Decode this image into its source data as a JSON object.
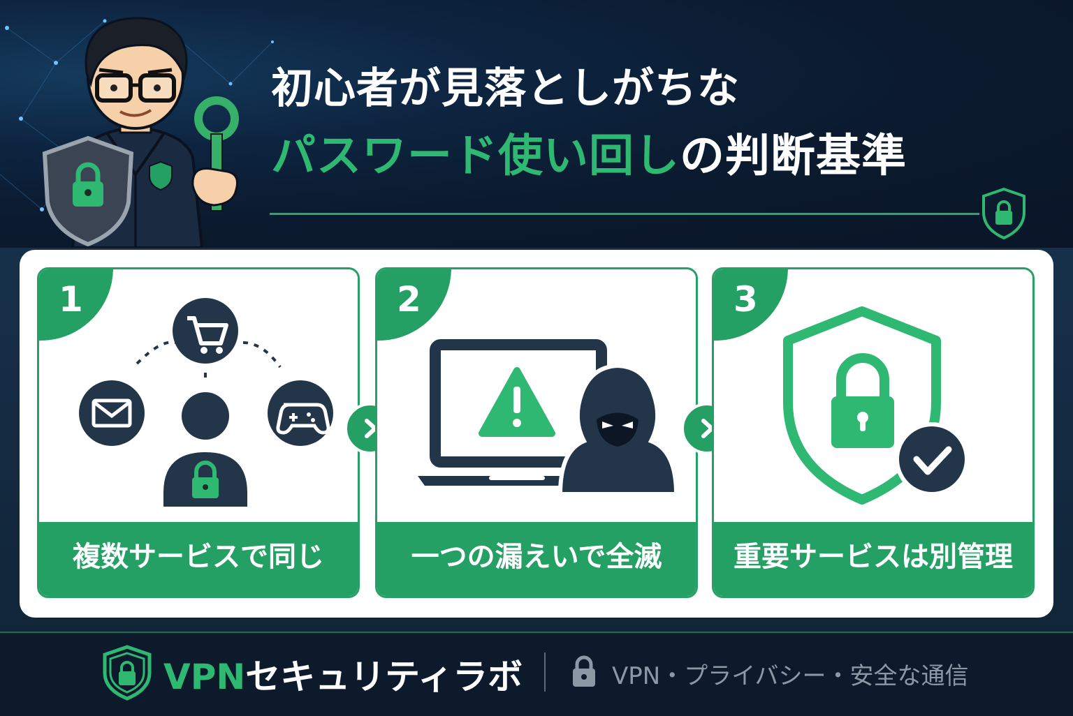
{
  "header": {
    "title_line1": "初心者が見落としがちな",
    "title_line2_parts": [
      "パスワード使い回し",
      "の判断基準"
    ]
  },
  "steps": [
    {
      "number": "1",
      "label": "複数サービスで同じ",
      "icons": [
        "shopping-cart-icon",
        "mail-icon",
        "gamepad-icon",
        "user-lock-icon"
      ]
    },
    {
      "number": "2",
      "label": "一つの漏えいで全滅",
      "icons": [
        "laptop-warning-icon",
        "hacker-icon"
      ]
    },
    {
      "number": "3",
      "label": "重要サービスは別管理",
      "icons": [
        "shield-lock-icon",
        "checkmark-icon"
      ]
    }
  ],
  "footer": {
    "brand_vpn": "VPN",
    "brand_rest": "セキュリティラボ",
    "tagline": "VPN・プライバシー・安全な通信"
  },
  "colors": {
    "accent_green": "#25a065",
    "navy_dark": "#0d1b2e",
    "icon_navy": "#233548"
  }
}
